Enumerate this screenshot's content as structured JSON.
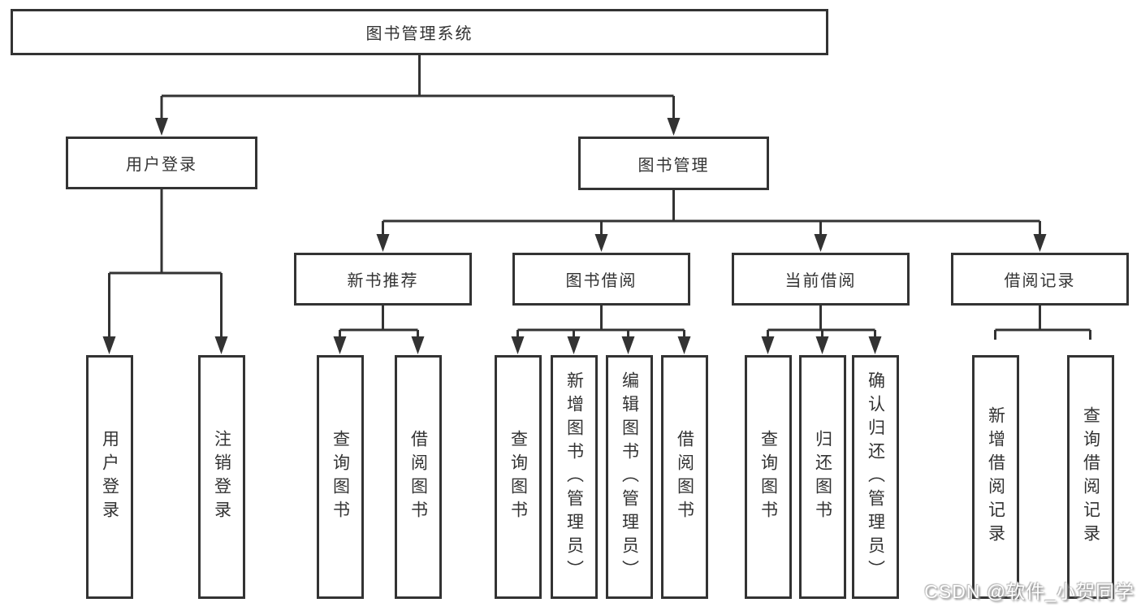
{
  "diagram": {
    "root": {
      "label": "图书管理系统",
      "children": [
        {
          "label": "用户登录",
          "children": [
            {
              "label": "用户登录"
            },
            {
              "label": "注销登录"
            }
          ]
        },
        {
          "label": "图书管理",
          "children": [
            {
              "label": "新书推荐",
              "children": [
                {
                  "label": "查询图书"
                },
                {
                  "label": "借阅图书"
                }
              ]
            },
            {
              "label": "图书借阅",
              "children": [
                {
                  "label": "查询图书"
                },
                {
                  "label": "新增图书（管理员）"
                },
                {
                  "label": "编辑图书（管理员）"
                },
                {
                  "label": "借阅图书"
                }
              ]
            },
            {
              "label": "当前借阅",
              "children": [
                {
                  "label": "查询图书"
                },
                {
                  "label": "归还图书"
                },
                {
                  "label": "确认归还（管理员）"
                }
              ]
            },
            {
              "label": "借阅记录",
              "children": [
                {
                  "label": "新增借阅记录"
                },
                {
                  "label": "查询借阅记录"
                }
              ]
            }
          ]
        }
      ]
    }
  },
  "watermark": {
    "text": "CSDN @软件_小贺同学"
  },
  "colors": {
    "line": "#333333",
    "box_border": "#333333",
    "text": "#333333",
    "background": "#ffffff",
    "watermark_fill": "#ffffff",
    "watermark_shadow": "#8f8f8f"
  }
}
